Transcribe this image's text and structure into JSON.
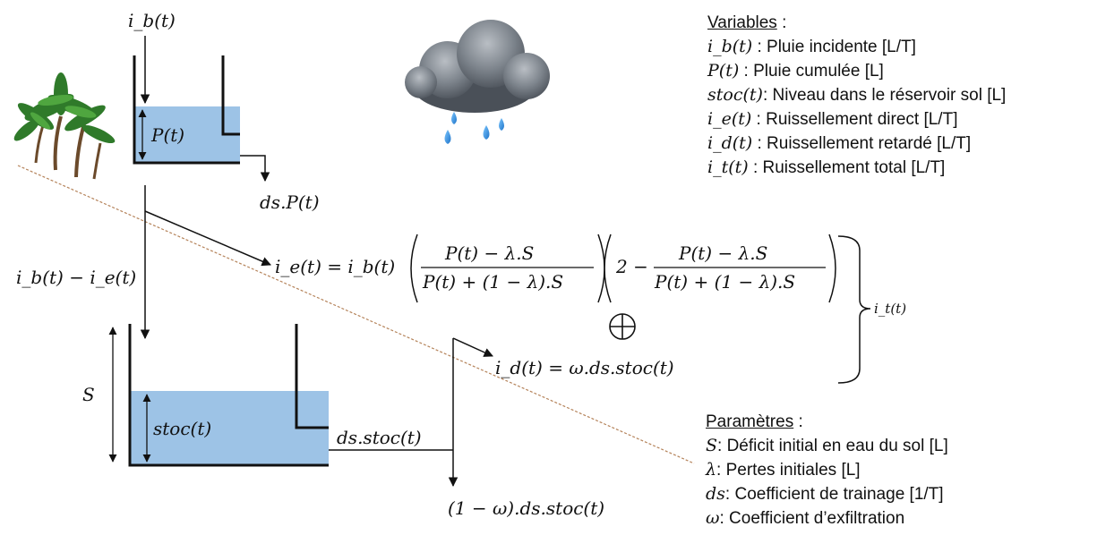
{
  "diagram": {
    "top_reservoir": {
      "input_label": "i_b(t)",
      "level_label": "P(t)",
      "drain_label": "ds.P(t)"
    },
    "soil_reservoir": {
      "capacity_label": "S",
      "level_label": "stoc(t)",
      "drain_label": "ds.stoc(t)"
    },
    "infiltration_label": "i_b(t) − i_e(t)",
    "direct_runoff_lhs": "i_e(t) = i_b(t)",
    "direct_runoff_num": "P(t) − λ.S",
    "direct_runoff_den": "P(t) + (1 − λ).S",
    "direct_runoff_two": "2 −",
    "delayed_runoff_eq": "i_d(t) = ω.ds.stoc(t)",
    "exfiltration_label": "(1 − ω).ds.stoc(t)",
    "total_runoff_label": "i_t(t)",
    "plus_symbol": "⊕"
  },
  "variables_panel": {
    "title": "Variables",
    "colon": " :",
    "items": [
      {
        "symbol": "i_b(t)",
        "text": " : Pluie incidente [L/T]"
      },
      {
        "symbol": "P(t)",
        "text": " : Pluie cumulée [L]"
      },
      {
        "symbol": "stoc(t)",
        "text": ": Niveau dans le réservoir sol [L]"
      },
      {
        "symbol": "i_e(t)",
        "text": " : Ruissellement direct [L/T]"
      },
      {
        "symbol": "i_d(t)",
        "text": " : Ruissellement retardé [L/T]"
      },
      {
        "symbol": "i_t(t)",
        "text": " : Ruissellement total [L/T]"
      }
    ]
  },
  "parameters_panel": {
    "title": "Paramètres",
    "colon": " :",
    "items": [
      {
        "symbol": "S",
        "text": ": Déficit initial en eau du sol [L]"
      },
      {
        "symbol": "λ",
        "text": ": Pertes initiales [L]"
      },
      {
        "symbol": "ds",
        "text": ": Coefficient de trainage [1/T]"
      },
      {
        "symbol": "ω",
        "text": ": Coefficient d’exfiltration"
      }
    ]
  },
  "icons": {
    "rain_cloud": "rain-cloud-icon",
    "palm_trees": "palm-trees-icon"
  },
  "colors": {
    "water": "#9dc3e6",
    "slope_line": "#b5835a",
    "ink": "#111111"
  }
}
